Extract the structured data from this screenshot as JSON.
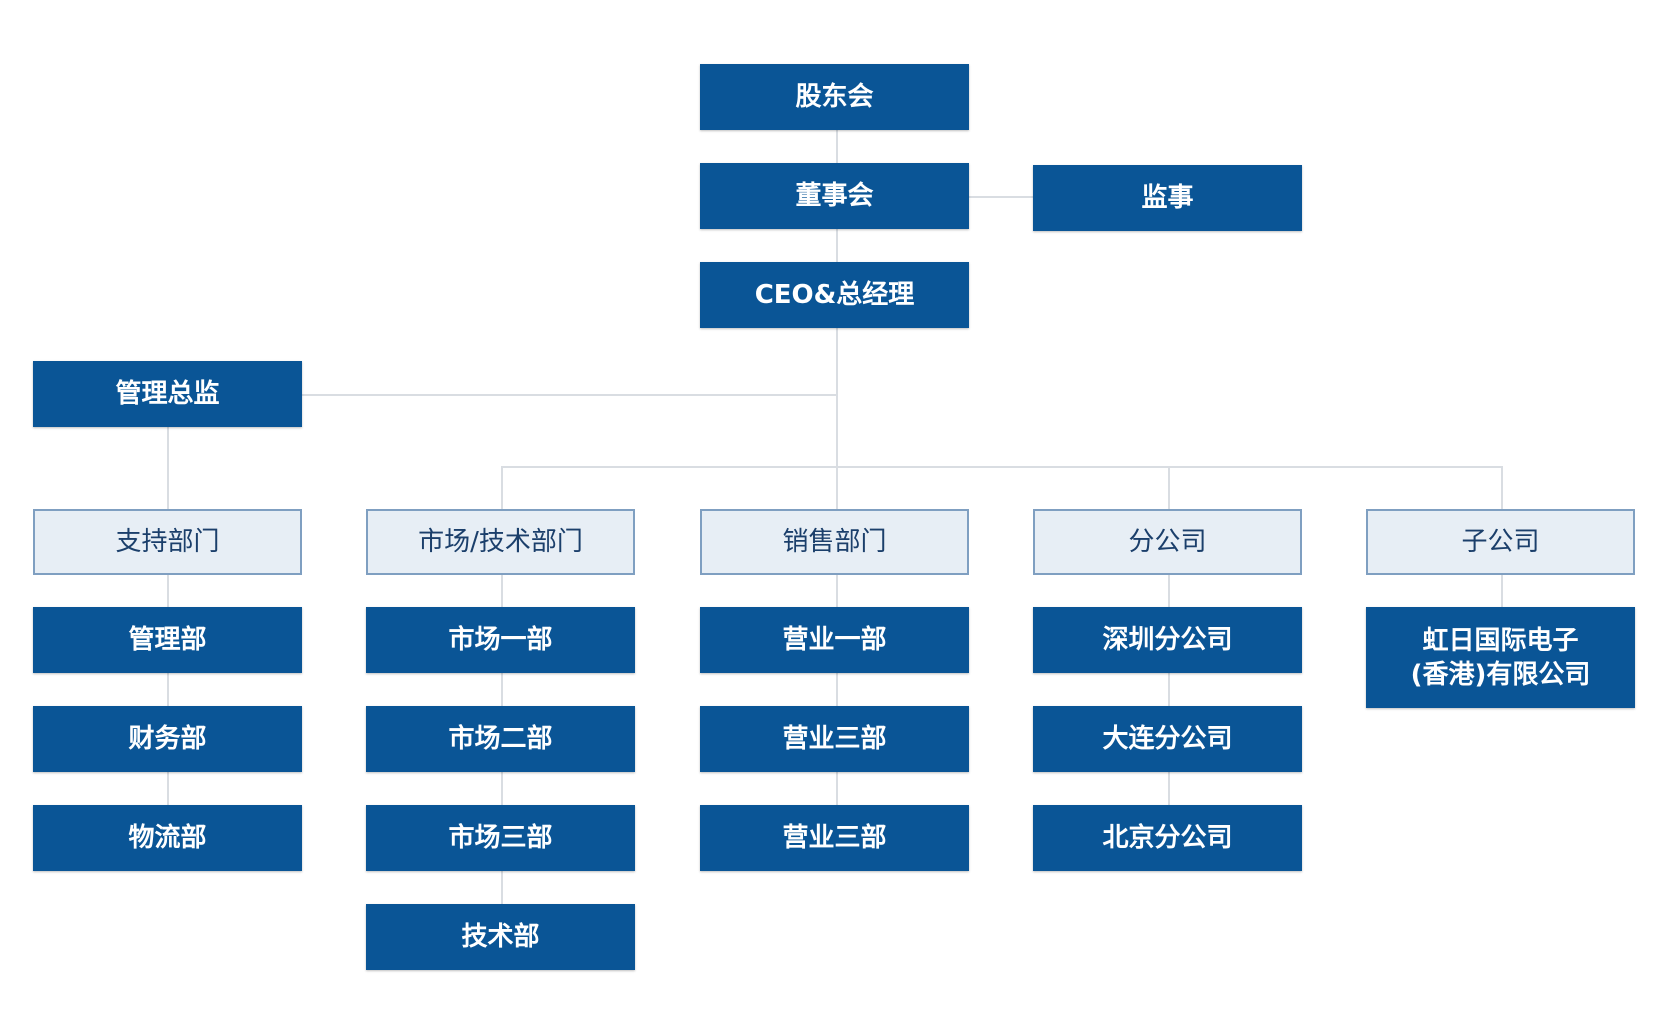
{
  "top": {
    "shareholders": "股东会",
    "board": "董事会",
    "supervisor": "监事",
    "ceo": "CEO&总经理",
    "admin_director": "管理总监"
  },
  "departments": [
    {
      "title": "支持部门",
      "units": [
        "管理部",
        "财务部",
        "物流部"
      ]
    },
    {
      "title": "市场/技术部门",
      "units": [
        "市场一部",
        "市场二部",
        "市场三部",
        "技术部"
      ]
    },
    {
      "title": "销售部门",
      "units": [
        "营业一部",
        "营业三部",
        "营业三部"
      ]
    },
    {
      "title": "分公司",
      "units": [
        "深圳分公司",
        "大连分公司",
        "北京分公司"
      ]
    },
    {
      "title": "子公司",
      "units": [
        "虹日国际电子\n(香港)有限公司"
      ]
    }
  ],
  "colors": {
    "dark_box": "#0a5596",
    "light_box": "#e7eef5",
    "light_border": "#7f9fc1",
    "connector": "#d9dde2"
  }
}
